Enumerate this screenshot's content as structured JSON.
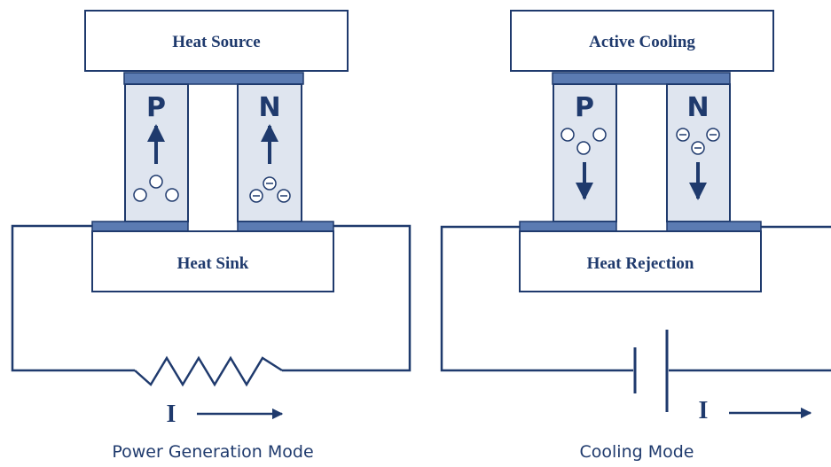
{
  "colors": {
    "ink": "#1f3a6d",
    "leg_fill": "#dfe5ef",
    "plate": "#5b7bb2"
  },
  "power_generation": {
    "top_block": "Heat Source",
    "bottom_block": "Heat Sink",
    "p_leg": "P",
    "n_leg": "N",
    "current_symbol": "I",
    "carrier_flow": "up",
    "load": "resistor",
    "mode_title": "Power Generation Mode"
  },
  "cooling": {
    "top_block": "Active Cooling",
    "bottom_block": "Heat Rejection",
    "p_leg": "P",
    "n_leg": "N",
    "current_symbol": "I",
    "carrier_flow": "down",
    "source": "battery",
    "mode_title": "Cooling Mode"
  },
  "carriers": {
    "hole_symbol": "",
    "electron_symbol": "⊖"
  }
}
